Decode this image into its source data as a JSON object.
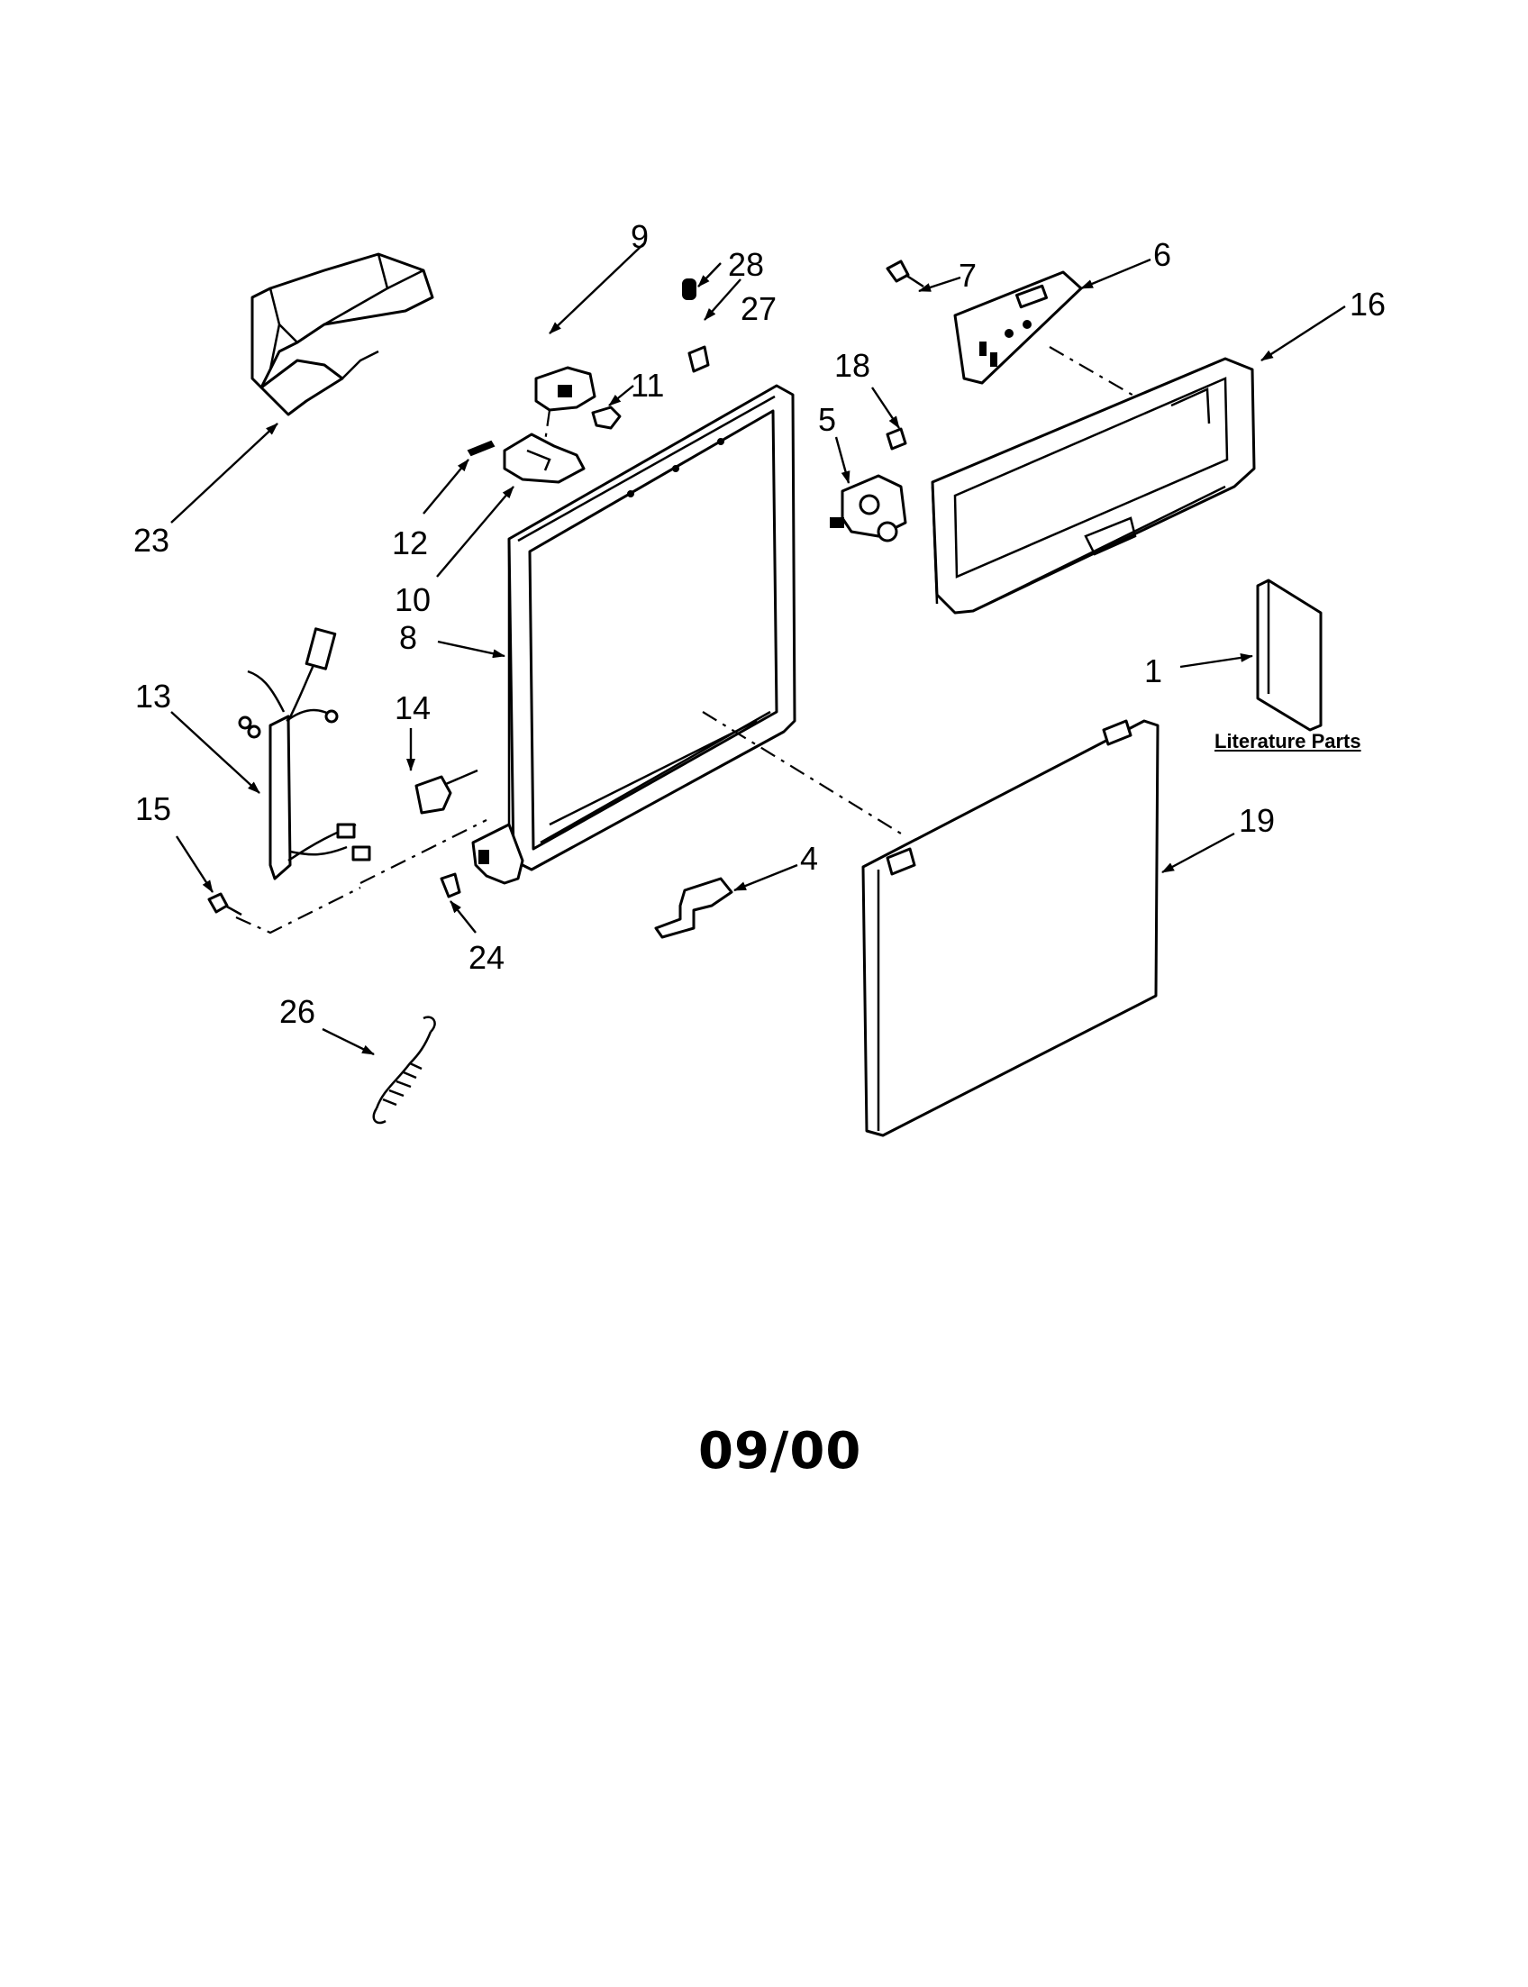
{
  "diagram": {
    "callouts": {
      "n1": "1",
      "n4": "4",
      "n5": "5",
      "n6": "6",
      "n7": "7",
      "n8": "8",
      "n9": "9",
      "n10": "10",
      "n11": "11",
      "n12": "12",
      "n13": "13",
      "n14": "14",
      "n15": "15",
      "n16": "16",
      "n18": "18",
      "n19": "19",
      "n23": "23",
      "n24": "24",
      "n26": "26",
      "n27": "27",
      "n28": "28"
    },
    "literature_label": "Literature Parts",
    "date_code": "09/00"
  }
}
